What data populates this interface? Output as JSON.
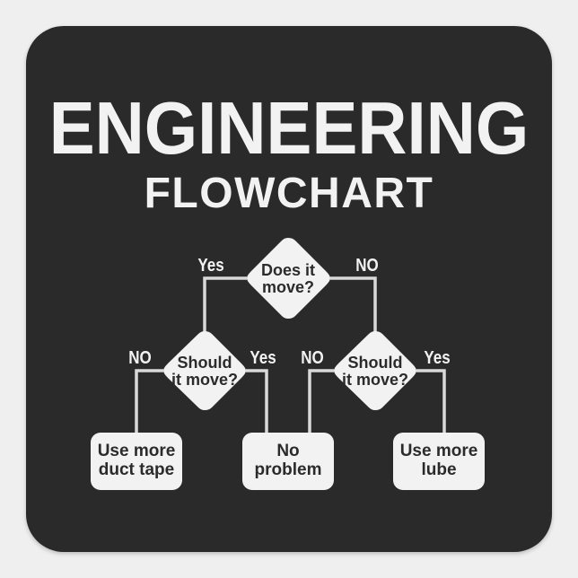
{
  "sticker": {
    "background_color": "#2a2a2a",
    "page_background_color": "#efefef",
    "shape_fill": "#f2f2f2",
    "shape_text_color": "#2b2b2b",
    "line_color": "#d9d9d9"
  },
  "header": {
    "headline": "ENGINEERING",
    "subhead": "FLOWCHART"
  },
  "flowchart": {
    "nodes": [
      {
        "id": "does-it-move",
        "type": "decision",
        "text": "Does it\nmove?"
      },
      {
        "id": "should-it-move-left",
        "type": "decision",
        "text": "Should\nit move?"
      },
      {
        "id": "should-it-move-right",
        "type": "decision",
        "text": "Should\nit move?"
      },
      {
        "id": "use-more-duct-tape",
        "type": "terminal",
        "text": "Use more\nduct tape"
      },
      {
        "id": "no-problem",
        "type": "terminal",
        "text": "No\nproblem"
      },
      {
        "id": "use-more-lube",
        "type": "terminal",
        "text": "Use more\nlube"
      }
    ],
    "edges": [
      {
        "id": "e1",
        "from": "does-it-move",
        "to": "should-it-move-left",
        "label": "Yes"
      },
      {
        "id": "e2",
        "from": "does-it-move",
        "to": "should-it-move-right",
        "label": "NO"
      },
      {
        "id": "e3",
        "from": "should-it-move-left",
        "to": "use-more-duct-tape",
        "label": "NO"
      },
      {
        "id": "e4",
        "from": "should-it-move-left",
        "to": "no-problem",
        "label": "Yes"
      },
      {
        "id": "e5",
        "from": "should-it-move-right",
        "to": "no-problem",
        "label": "NO"
      },
      {
        "id": "e6",
        "from": "should-it-move-right",
        "to": "use-more-lube",
        "label": "Yes"
      }
    ]
  }
}
